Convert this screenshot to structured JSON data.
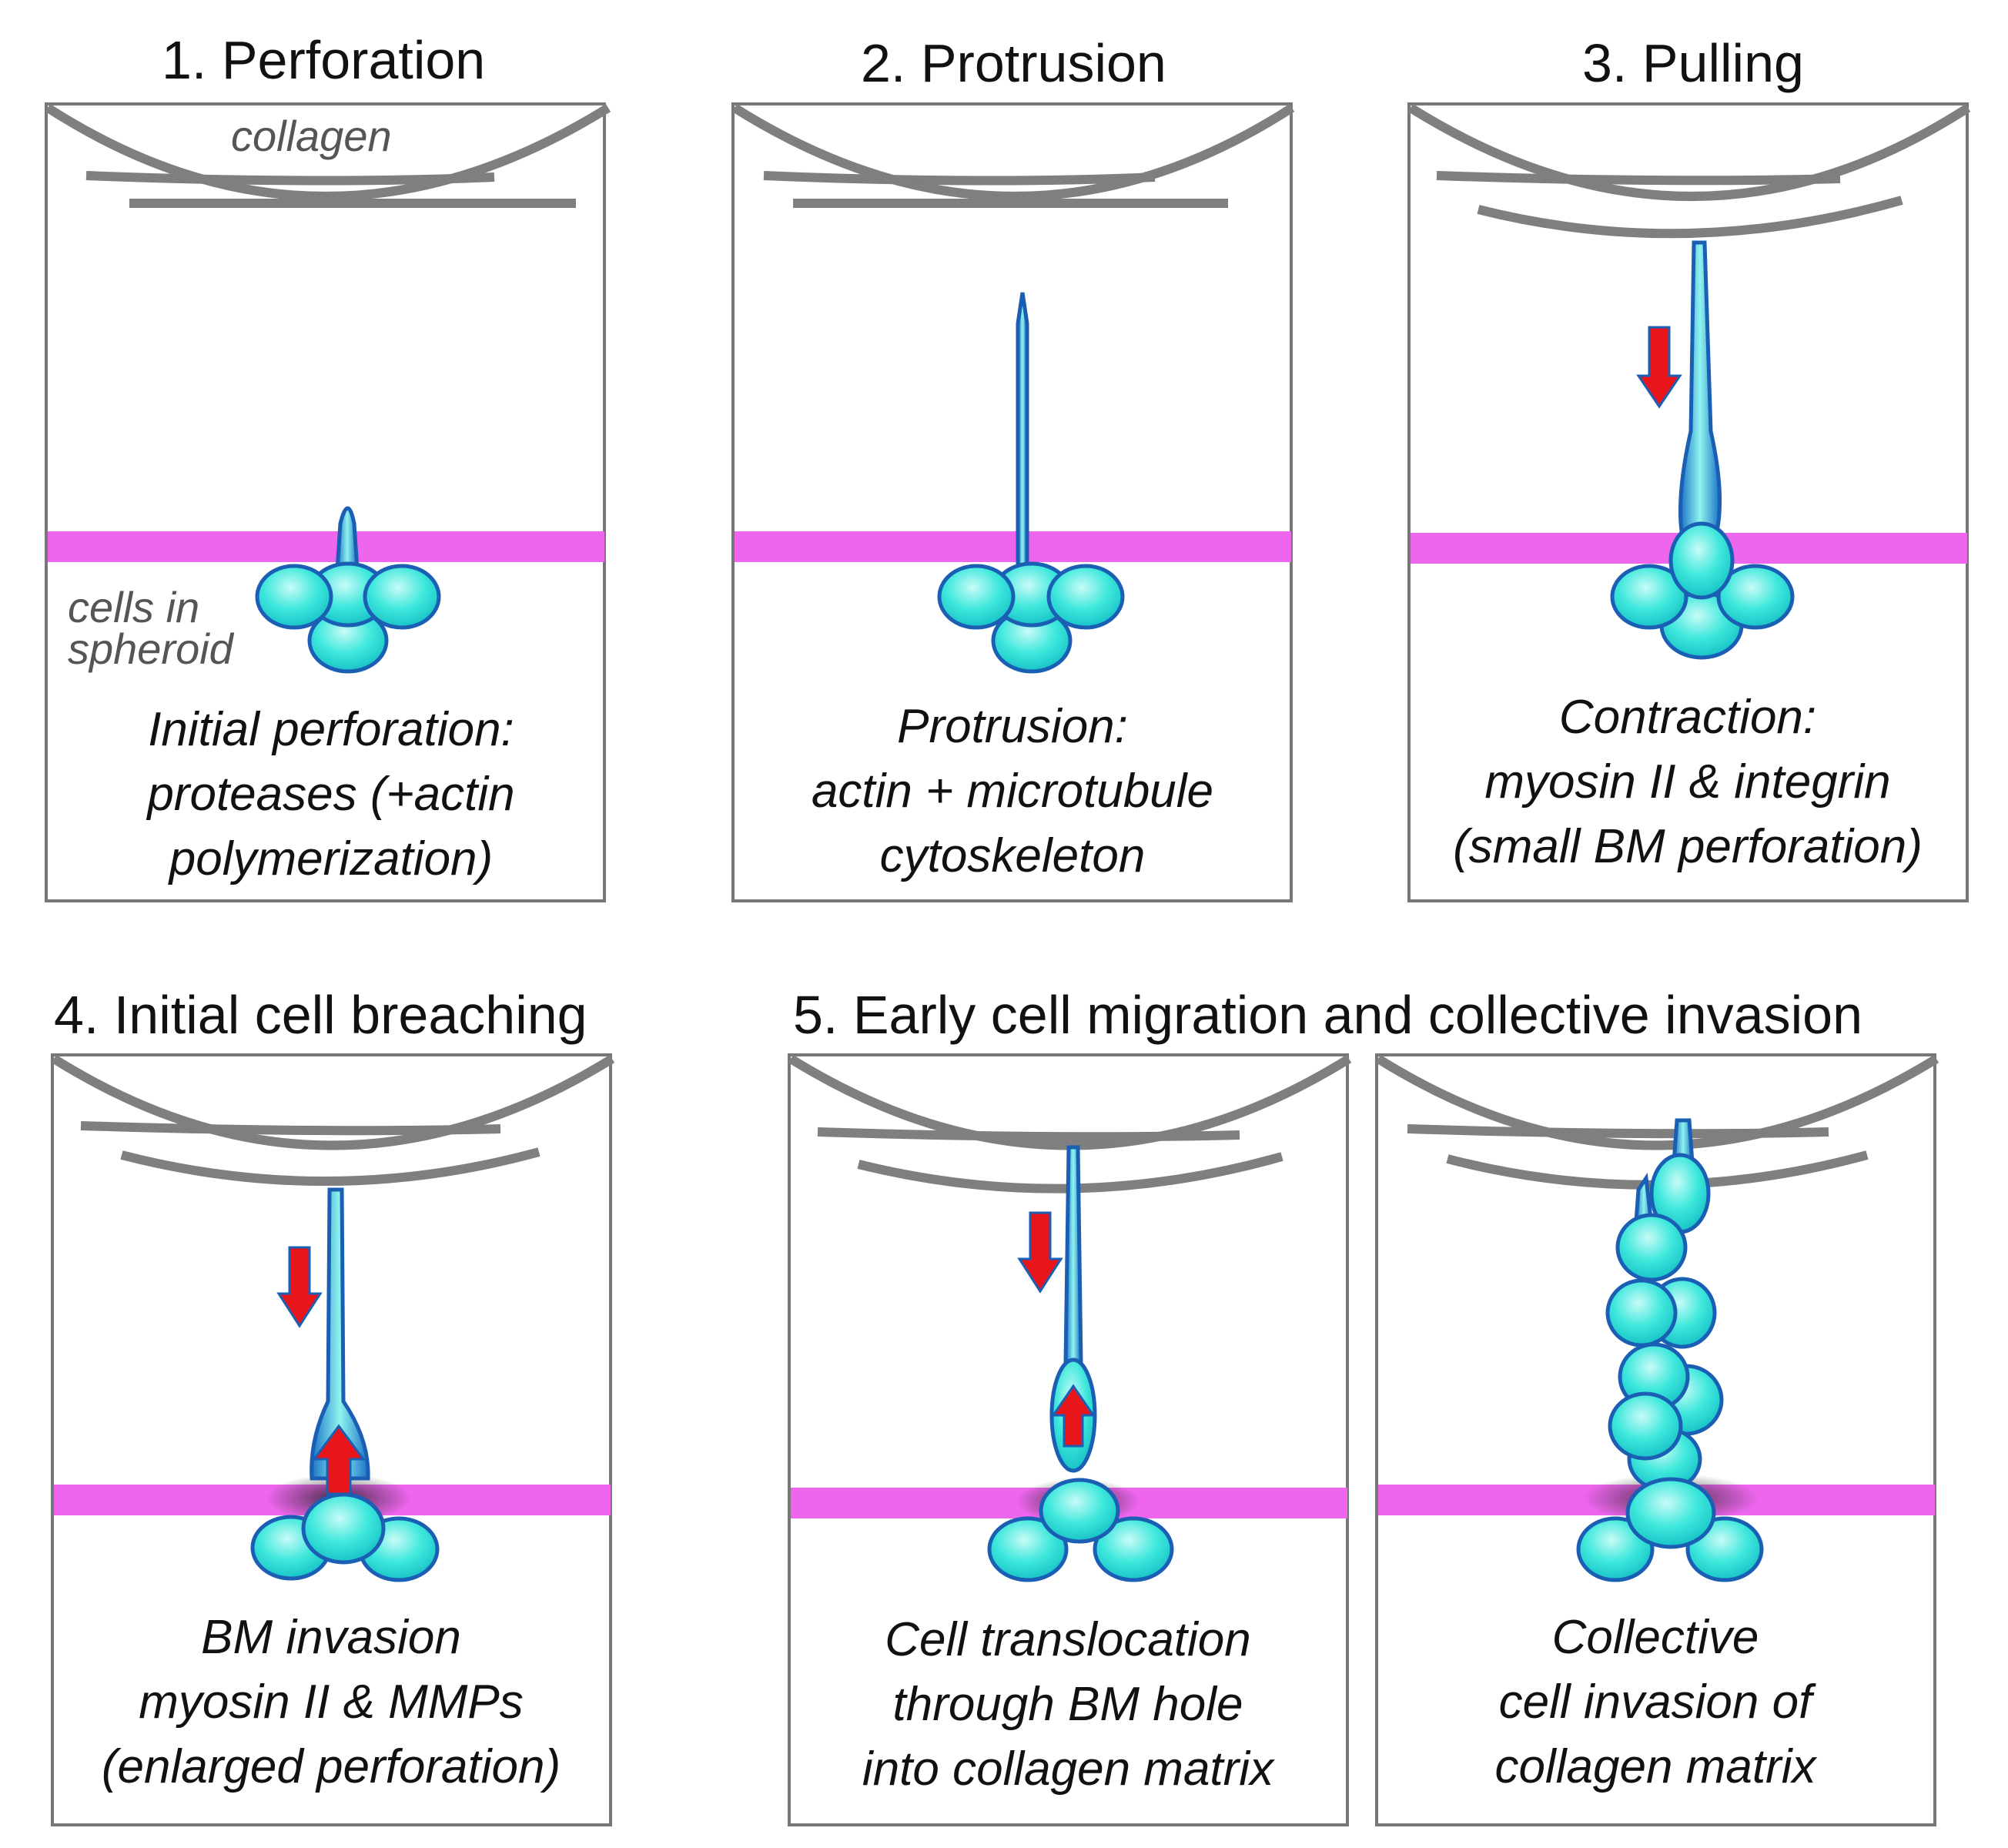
{
  "titles": {
    "perforation": "1. Perforation",
    "protrusion": "2. Protrusion",
    "pulling": "3. Pulling",
    "breaching": "4. Initial cell breaching",
    "migration": "5. Early cell migration and collective invasion"
  },
  "labels": {
    "collagen": "collagen",
    "cells_line1": "cells in",
    "cells_line2": "spheroid"
  },
  "captions": {
    "perforation": [
      "Initial perforation:",
      "proteases (+actin",
      "polymerization)"
    ],
    "protrusion": [
      "Protrusion:",
      "actin + microtubule",
      "cytoskeleton"
    ],
    "pulling": [
      "Contraction:",
      "myosin II & integrin",
      "(small BM perforation)"
    ],
    "breaching": [
      "BM invasion",
      "myosin II & MMPs",
      "(enlarged perforation)"
    ],
    "translocation": [
      "Cell translocation",
      "through BM hole",
      "into collagen matrix"
    ],
    "collective": [
      "Collective",
      "cell invasion of",
      "collagen matrix"
    ]
  },
  "colors": {
    "frame": "#777777",
    "collagen": "#7f7f7f",
    "basement_membrane": "#ee66ee",
    "cell_fill": "#3ee8dc",
    "cell_edge": "#1a5fb4",
    "arrow": "#e8151b"
  }
}
